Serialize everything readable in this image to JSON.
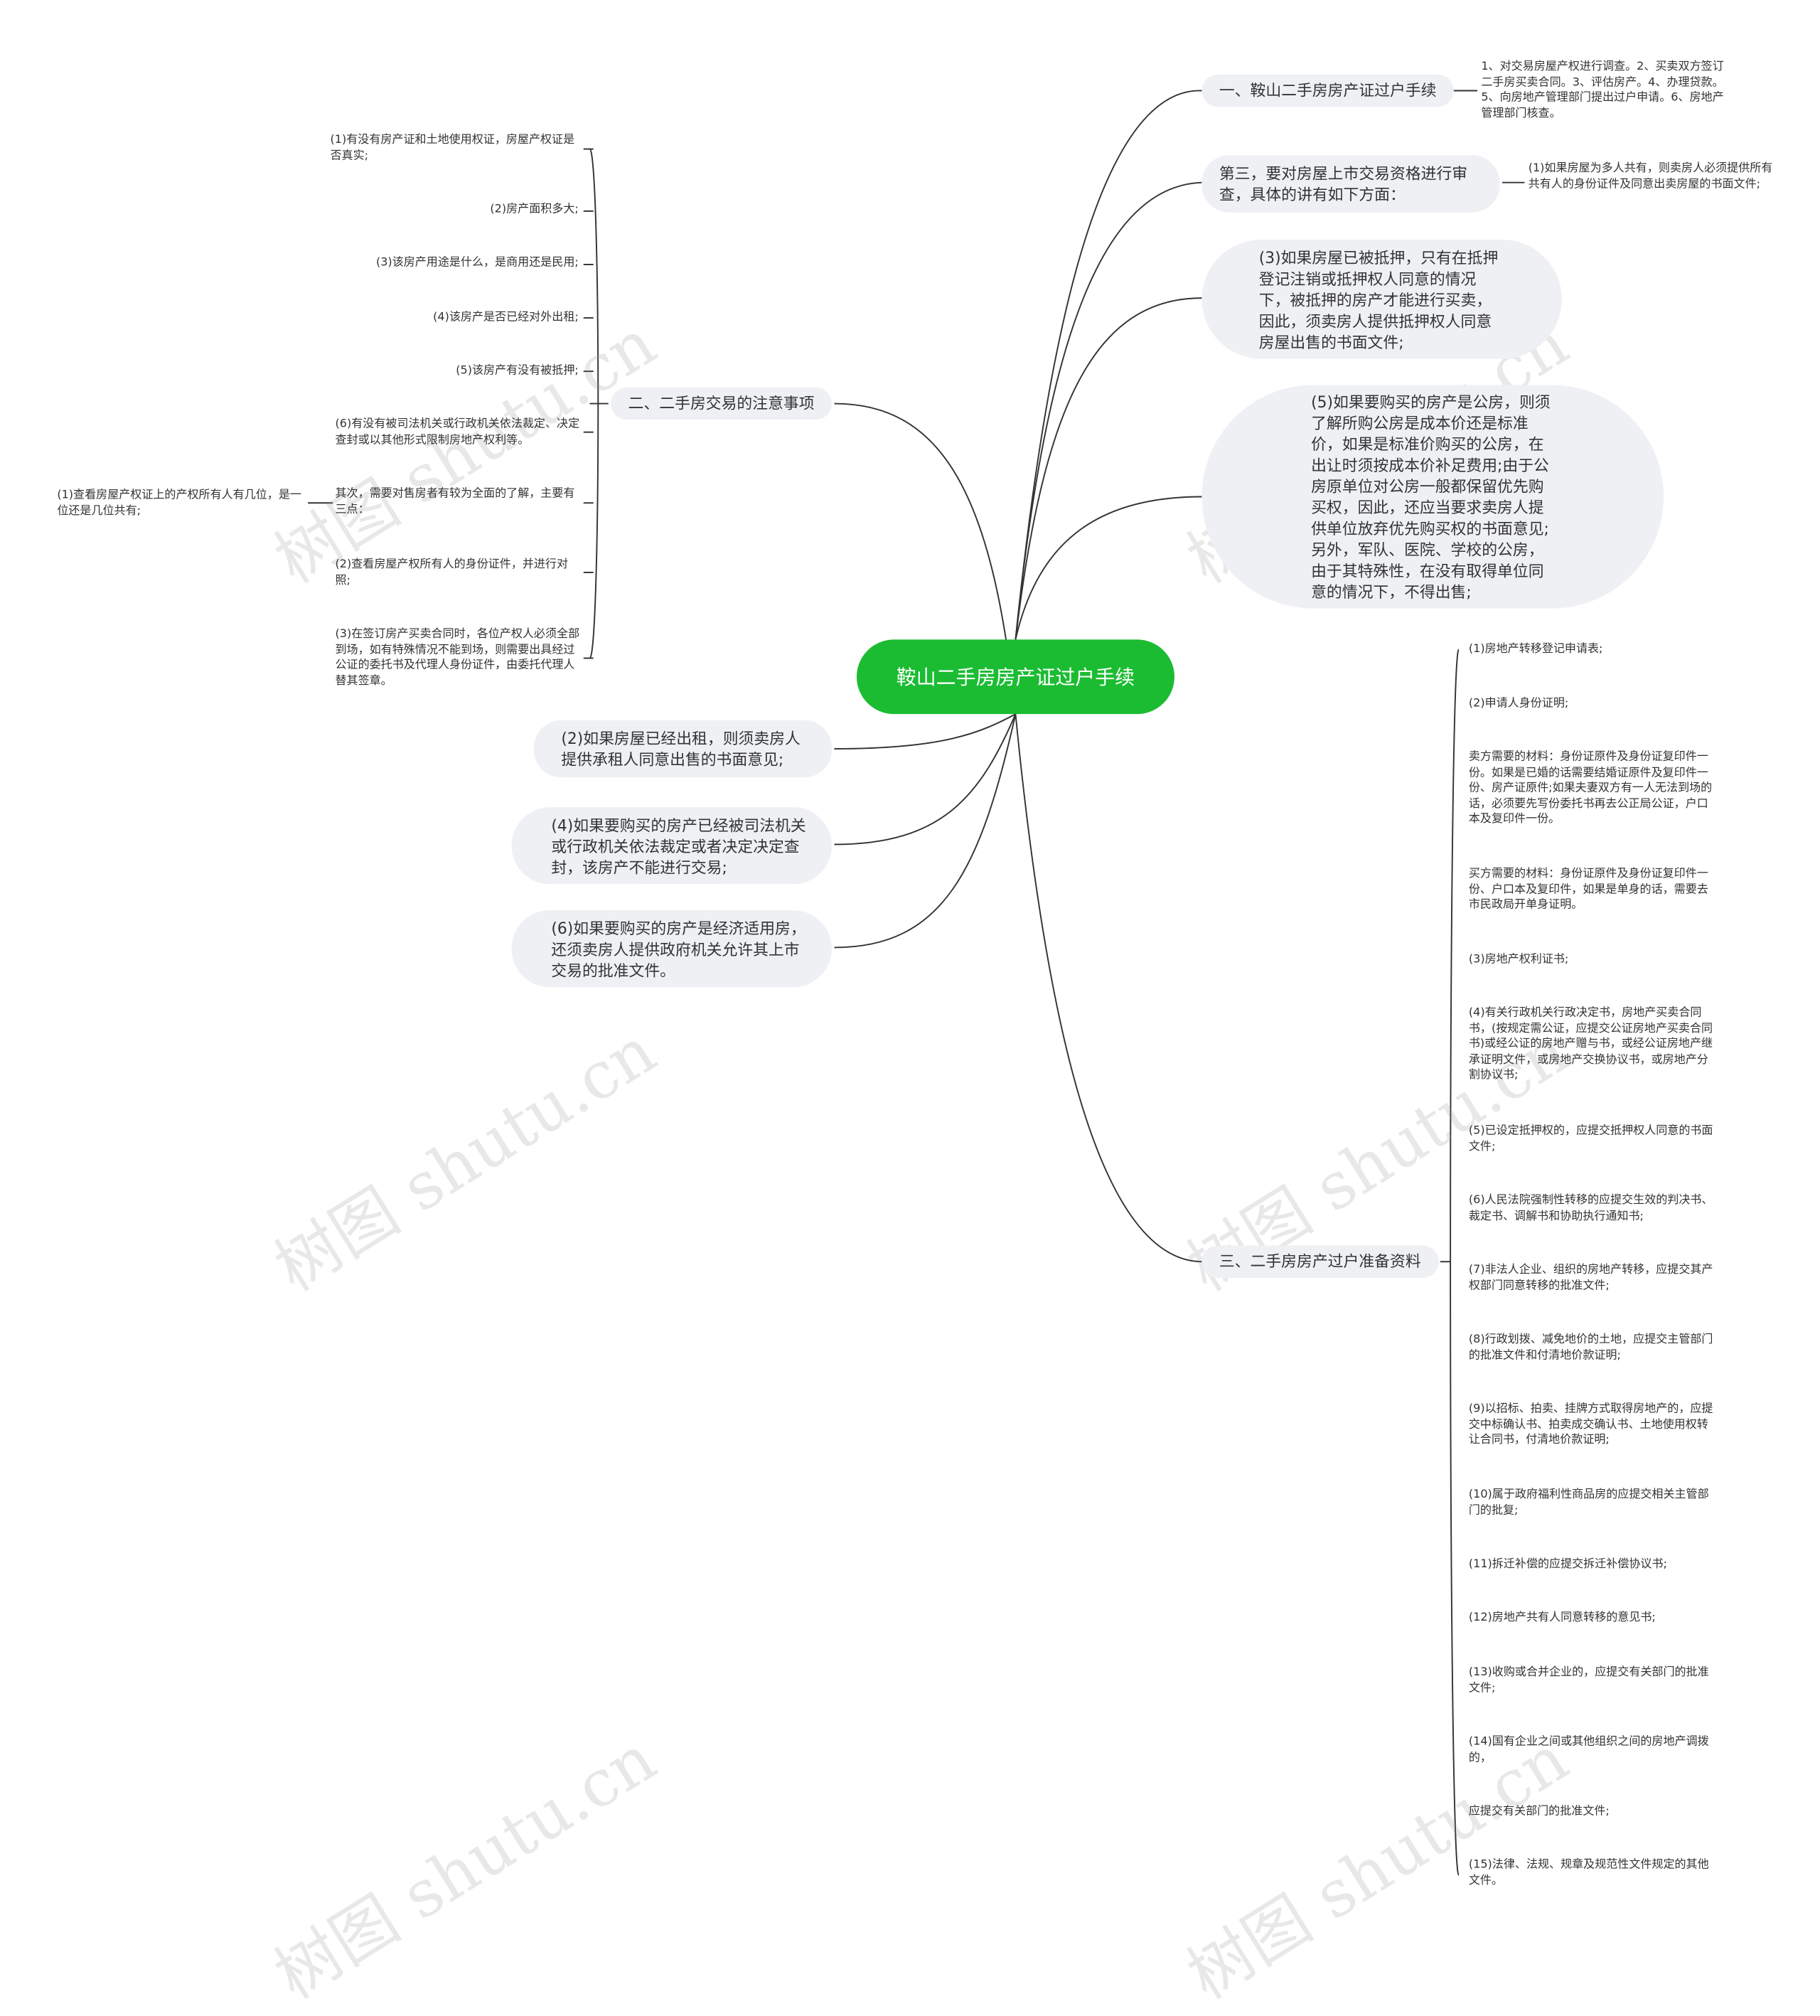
{
  "root": {
    "text": "鞍山二手房房产证过户手续"
  },
  "branch1": {
    "label": "一、鞍山二手房房产证过户手续",
    "detail": "1、对交易房屋产权进行调查。2、买卖双方签订二手房买卖合同。3、评估房产。4、办理贷款。5、向房地产管理部门提出过户申请。6、房地产管理部门核查。"
  },
  "branch_third": {
    "label": "第三，要对房屋上市交易资格进行审查，具体的讲有如下方面：",
    "detail": "(1)如果房屋为多人共有，则卖房人必须提供所有共有人的身份证件及同意出卖房屋的书面文件;"
  },
  "node3": {
    "text": "(3)如果房屋已被抵押，只有在抵押登记注销或抵押权人同意的情况下，被抵押的房产才能进行买卖，因此，须卖房人提供抵押权人同意房屋出售的书面文件;"
  },
  "node5": {
    "text": "(5)如果要购买的房产是公房，则须了解所购公房是成本价还是标准价，如果是标准价购买的公房，在出让时须按成本价补足费用;由于公房原单位对公房一般都保留优先购买权，因此，还应当要求卖房人提供单位放弃优先购买权的书面意见;另外，军队、医院、学校的公房，由于其特殊性，在没有取得单位同意的情况下，不得出售;"
  },
  "branch2": {
    "label": "二、二手房交易的注意事项",
    "items": [
      "(1)有没有房产证和土地使用权证，房屋产权证是否真实;",
      "(2)房产面积多大;",
      "(3)该房产用途是什么，是商用还是民用;",
      "(4)该房产是否已经对外出租;",
      "(5)该房产有没有被抵押;",
      "(6)有没有被司法机关或行政机关依法裁定、决定查封或以其他形式限制房地产权利等。",
      "其次，需要对售房者有较为全面的了解，主要有三点：",
      "(2)查看房屋产权所有人的身份证件，并进行对照;",
      "(3)在签订房产买卖合同时，各位产权人必须全部到场，如有特殊情况不能到场，则需要出具经过公证的委托书及代理人身份证件，由委托代理人替其签章。"
    ],
    "sub_item": "(1)查看房屋产权证上的产权所有人有几位，是一位还是几位共有;"
  },
  "left_nodes": [
    "(2)如果房屋已经出租，则须卖房人提供承租人同意出售的书面意见;",
    "(4)如果要购买的房产已经被司法机关或行政机关依法裁定或者决定决定查封，该房产不能进行交易;",
    "(6)如果要购买的房产是经济适用房，还须卖房人提供政府机关允许其上市交易的批准文件。"
  ],
  "branch3": {
    "label": "三、二手房房产过户准备资料",
    "items": [
      "(1)房地产转移登记申请表;",
      "(2)申请人身份证明;",
      "卖方需要的材料：身份证原件及身份证复印件一份。如果是已婚的话需要结婚证原件及复印件一份、房产证原件;如果夫妻双方有一人无法到场的话，必须要先写份委托书再去公正局公证，户口本及复印件一份。",
      "买方需要的材料：身份证原件及身份证复印件一份、户口本及复印件，如果是单身的话，需要去市民政局开单身证明。",
      "(3)房地产权利证书;",
      "(4)有关行政机关行政决定书，房地产买卖合同书，(按规定需公证，应提交公证房地产买卖合同书)或经公证的房地产赠与书，或经公证房地产继承证明文件，或房地产交换协议书，或房地产分割协议书;",
      "(5)已设定抵押权的，应提交抵押权人同意的书面文件;",
      "(6)人民法院强制性转移的应提交生效的判决书、裁定书、调解书和协助执行通知书;",
      "(7)非法人企业、组织的房地产转移，应提交其产权部门同意转移的批准文件;",
      "(8)行政划拨、减免地价的土地，应提交主管部门的批准文件和付清地价款证明;",
      "(9)以招标、拍卖、挂牌方式取得房地产的，应提交中标确认书、拍卖成交确认书、土地使用权转让合同书，付清地价款证明;",
      "(10)属于政府福利性商品房的应提交相关主管部门的批复;",
      "(11)拆迁补偿的应提交拆迁补偿协议书;",
      "(12)房地产共有人同意转移的意见书;",
      "(13)收购或合并企业的，应提交有关部门的批准文件;",
      "(14)国有企业之间或其他组织之间的房地产调拨的，",
      "应提交有关部门的批准文件;",
      "(15)法律、法规、规章及规范性文件规定的其他文件。"
    ]
  },
  "watermark": "树图 shutu.cn",
  "colors": {
    "root": "#1bbc32",
    "node": "#eef0f3",
    "line": "#333333"
  }
}
